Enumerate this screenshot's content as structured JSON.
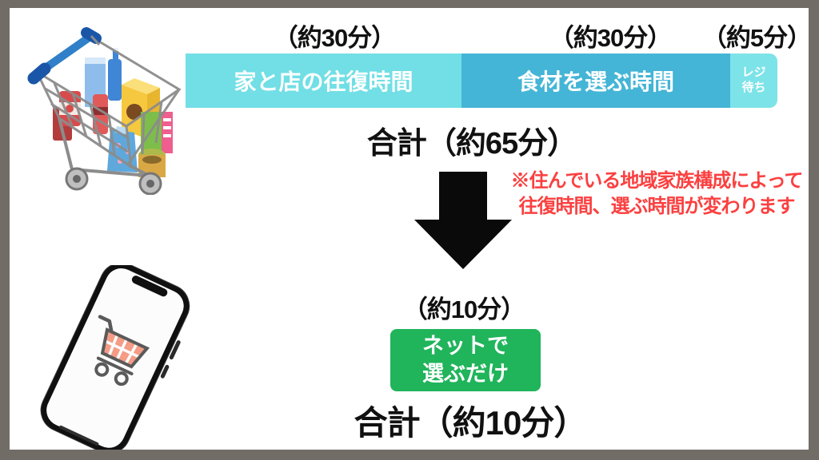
{
  "store_flow": {
    "time_labels": [
      "（約30分）",
      "（約30分）",
      "（約5分）"
    ],
    "segments": [
      {
        "label": "家と店の往復時間",
        "minutes": 30,
        "color": "#71DFE5"
      },
      {
        "label": "食材を選ぶ時間",
        "minutes": 30,
        "color": "#44B5D6"
      },
      {
        "label": "レジ待ち",
        "lines": [
          "レジ",
          "待ち"
        ],
        "minutes": 5,
        "color": "#7CE3E8"
      }
    ],
    "total": "合計（約65分）",
    "total_minutes": 65
  },
  "note": {
    "line1": "※住んでいる地域家族構成によって",
    "line2": "往復時間、選ぶ時間が変わります",
    "color": "#FB4040"
  },
  "online_flow": {
    "time_label": "（約10分）",
    "badge": {
      "lines": [
        "ネットで",
        "選ぶだけ"
      ],
      "color": "#20B45B"
    },
    "total": "合計（約10分）",
    "total_minutes": 10
  },
  "icons": {
    "cart_illustration": "shopping-cart-full-of-groceries",
    "phone_illustration": "smartphone-with-cart-icon",
    "arrow": "black-down-arrow"
  },
  "colors": {
    "frame": "#716C66",
    "bar_light_cyan": "#71DFE5",
    "bar_blue": "#44B5D6",
    "badge_green": "#20B45B",
    "note_red": "#FB4040"
  }
}
